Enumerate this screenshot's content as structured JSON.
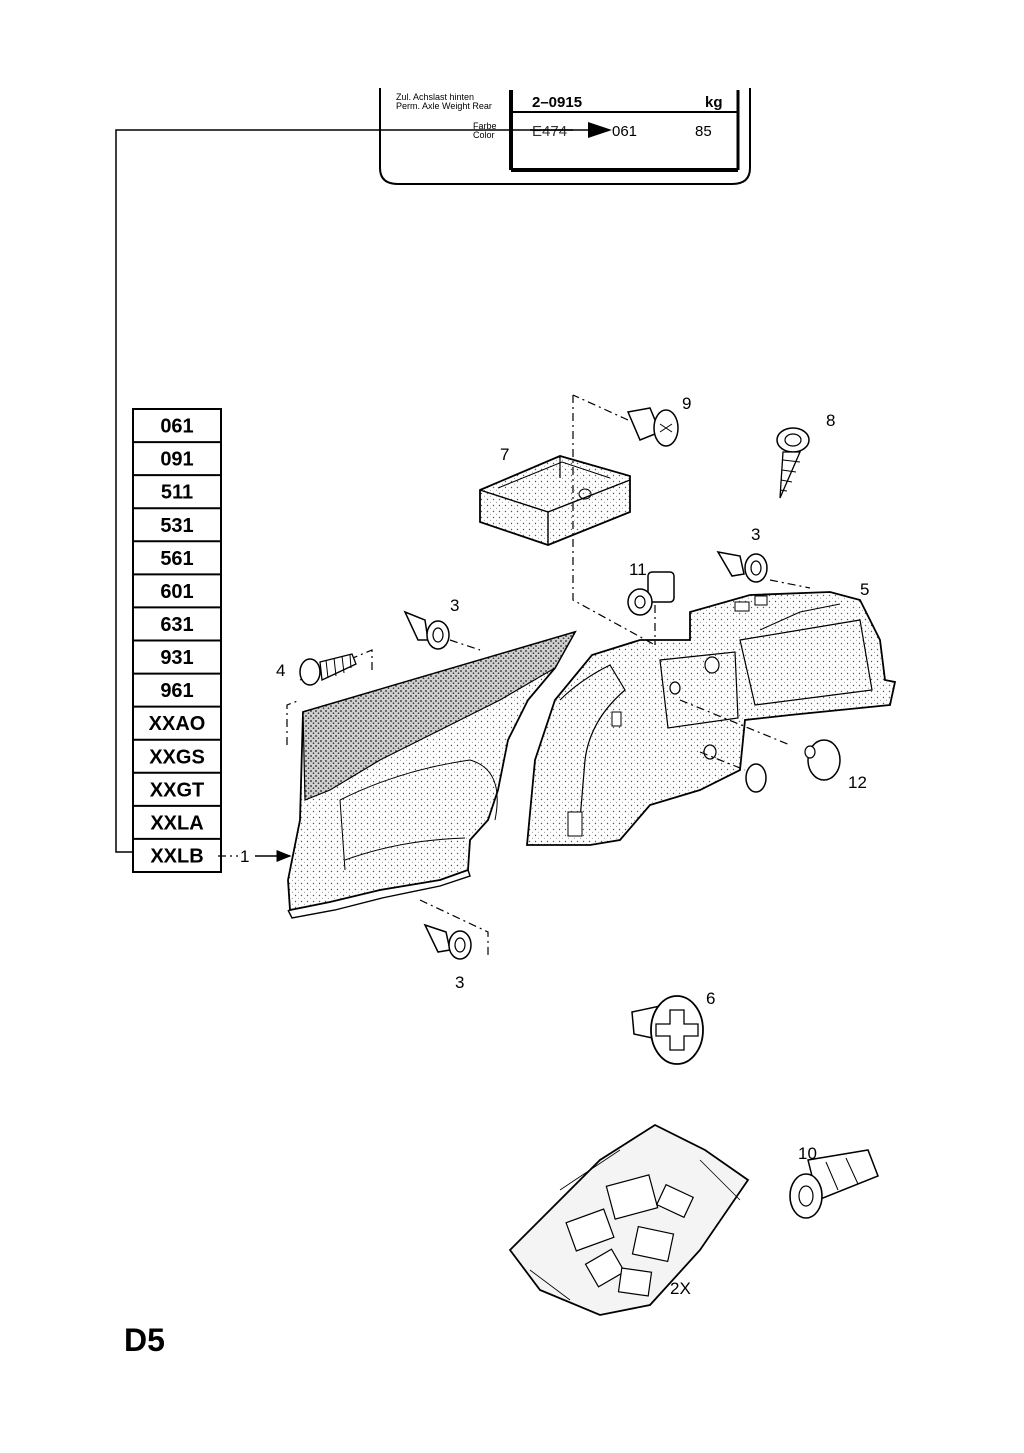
{
  "label_plate": {
    "row1_de": "Zul. Achslast hinten",
    "row1_en": "Perm. Axle Weight Rear",
    "row1_value": "2–0915",
    "row1_unit": "kg",
    "row2_de": "Farbe",
    "row2_en": "Color",
    "row2_code_struck": "E474",
    "row2_value": "061",
    "row2_extra": "85"
  },
  "color_codes": [
    "061",
    "091",
    "511",
    "531",
    "561",
    "601",
    "631",
    "931",
    "961",
    "XXAO",
    "XXGS",
    "XXGT",
    "XXLA",
    "XXLB"
  ],
  "callouts": {
    "c1": "1",
    "c3a": "3",
    "c3b": "3",
    "c3c": "3",
    "c4": "4",
    "c5": "5",
    "c6": "6",
    "c7": "7",
    "c8": "8",
    "c9": "9",
    "c10": "10",
    "c11": "11",
    "c12": "12"
  },
  "bag_quantity": "2X",
  "page_code": "D5"
}
